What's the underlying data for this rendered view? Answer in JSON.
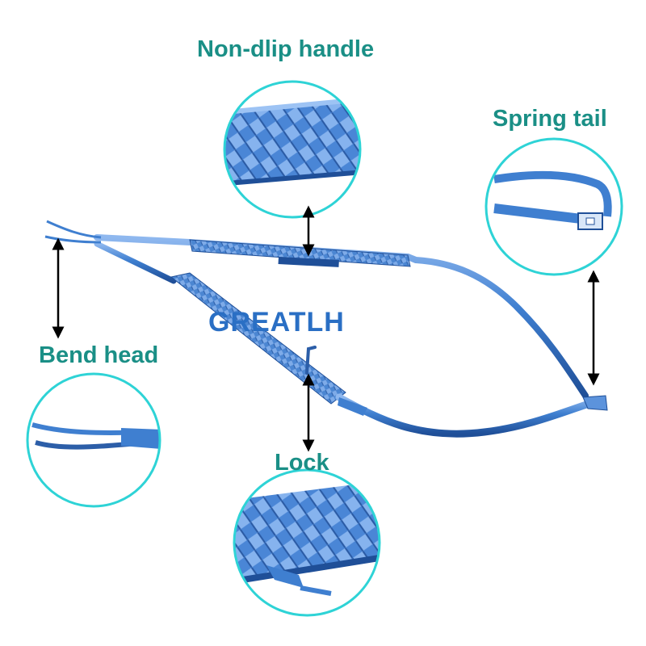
{
  "labels": {
    "handle": "Non-dlip handle",
    "spring": "Spring tail",
    "bend": "Bend head",
    "lock": "Lock"
  },
  "brand": "GREATLH",
  "colors": {
    "label": "#1a8f86",
    "ring": "#2ed3d6",
    "titanium_blue": "#3f7fd0",
    "titanium_dark": "#1f4f98",
    "brand": "#2a6fc4",
    "arrow": "#000000"
  },
  "icons": [
    "arrow-up-down"
  ]
}
